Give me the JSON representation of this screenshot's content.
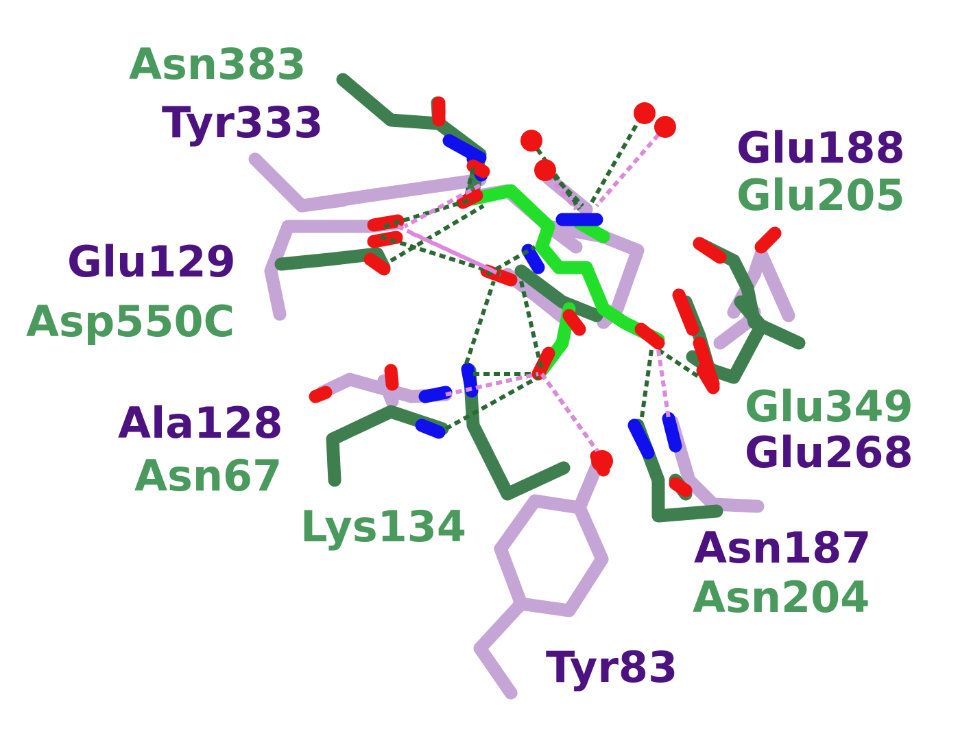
{
  "colors": {
    "green_chain": "#4a9a5e",
    "purple_chain": "#4b1280",
    "green_stick": "#3f7f4f",
    "purple_stick": "#c5a4d6",
    "ligand": "#22e02a",
    "ligand_alt": "#e08ee0",
    "oxygen": "#ef1414",
    "nitrogen": "#1010ee",
    "hbond_green": "#2a6a32",
    "hbond_purple": "#dd88dd",
    "background": "#ffffff"
  },
  "labels": {
    "asn383": "Asn383",
    "tyr333": "Tyr333",
    "glu188": "Glu188",
    "glu205": "Glu205",
    "glu129": "Glu129",
    "asp550c": "Asp550C",
    "ala128": "Ala128",
    "asn67": "Asn67",
    "lys134": "Lys134",
    "glu349": "Glu349",
    "glu268": "Glu268",
    "asn187": "Asn187",
    "asn204": "Asn204",
    "tyr83": "Tyr83"
  }
}
